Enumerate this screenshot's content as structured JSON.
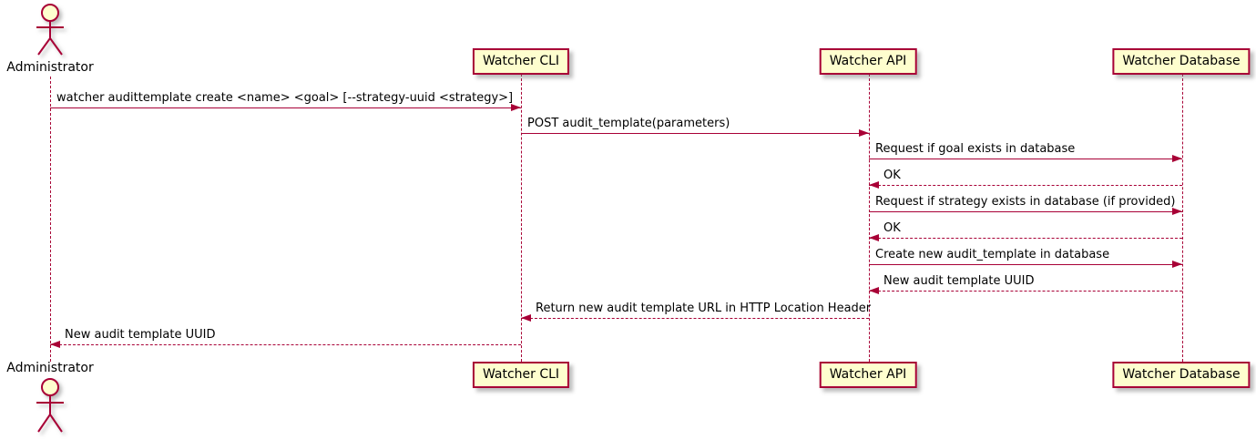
{
  "diagram": {
    "type": "sequence-diagram",
    "colors": {
      "accent": "#A80036",
      "participant_fill": "#FEFECE",
      "text": "#000000",
      "background": "#FFFFFF"
    },
    "lifelines": [
      {
        "id": "administrator",
        "type": "actor",
        "label": "Administrator"
      },
      {
        "id": "watcher-cli",
        "type": "participant",
        "label": "Watcher CLI"
      },
      {
        "id": "watcher-api",
        "type": "participant",
        "label": "Watcher API"
      },
      {
        "id": "watcher-database",
        "type": "participant",
        "label": "Watcher Database"
      }
    ],
    "messages": [
      {
        "from": "Administrator",
        "to": "Watcher CLI",
        "style": "solid",
        "label": "watcher audittemplate create <name> <goal> [--strategy-uuid <strategy>]"
      },
      {
        "from": "Watcher CLI",
        "to": "Watcher API",
        "style": "solid",
        "label": "POST audit_template(parameters)"
      },
      {
        "from": "Watcher API",
        "to": "Watcher Database",
        "style": "solid",
        "label": "Request if goal exists in database"
      },
      {
        "from": "Watcher Database",
        "to": "Watcher API",
        "style": "dashed",
        "label": "OK"
      },
      {
        "from": "Watcher API",
        "to": "Watcher Database",
        "style": "solid",
        "label": "Request if strategy exists in database (if provided)"
      },
      {
        "from": "Watcher Database",
        "to": "Watcher API",
        "style": "dashed",
        "label": "OK"
      },
      {
        "from": "Watcher API",
        "to": "Watcher Database",
        "style": "solid",
        "label": "Create new audit_template in database"
      },
      {
        "from": "Watcher Database",
        "to": "Watcher API",
        "style": "dashed",
        "label": "New audit template UUID"
      },
      {
        "from": "Watcher API",
        "to": "Watcher CLI",
        "style": "dashed",
        "label": "Return new audit template URL in HTTP Location Header"
      },
      {
        "from": "Watcher CLI",
        "to": "Administrator",
        "style": "dashed",
        "label": "New audit template UUID"
      }
    ]
  }
}
